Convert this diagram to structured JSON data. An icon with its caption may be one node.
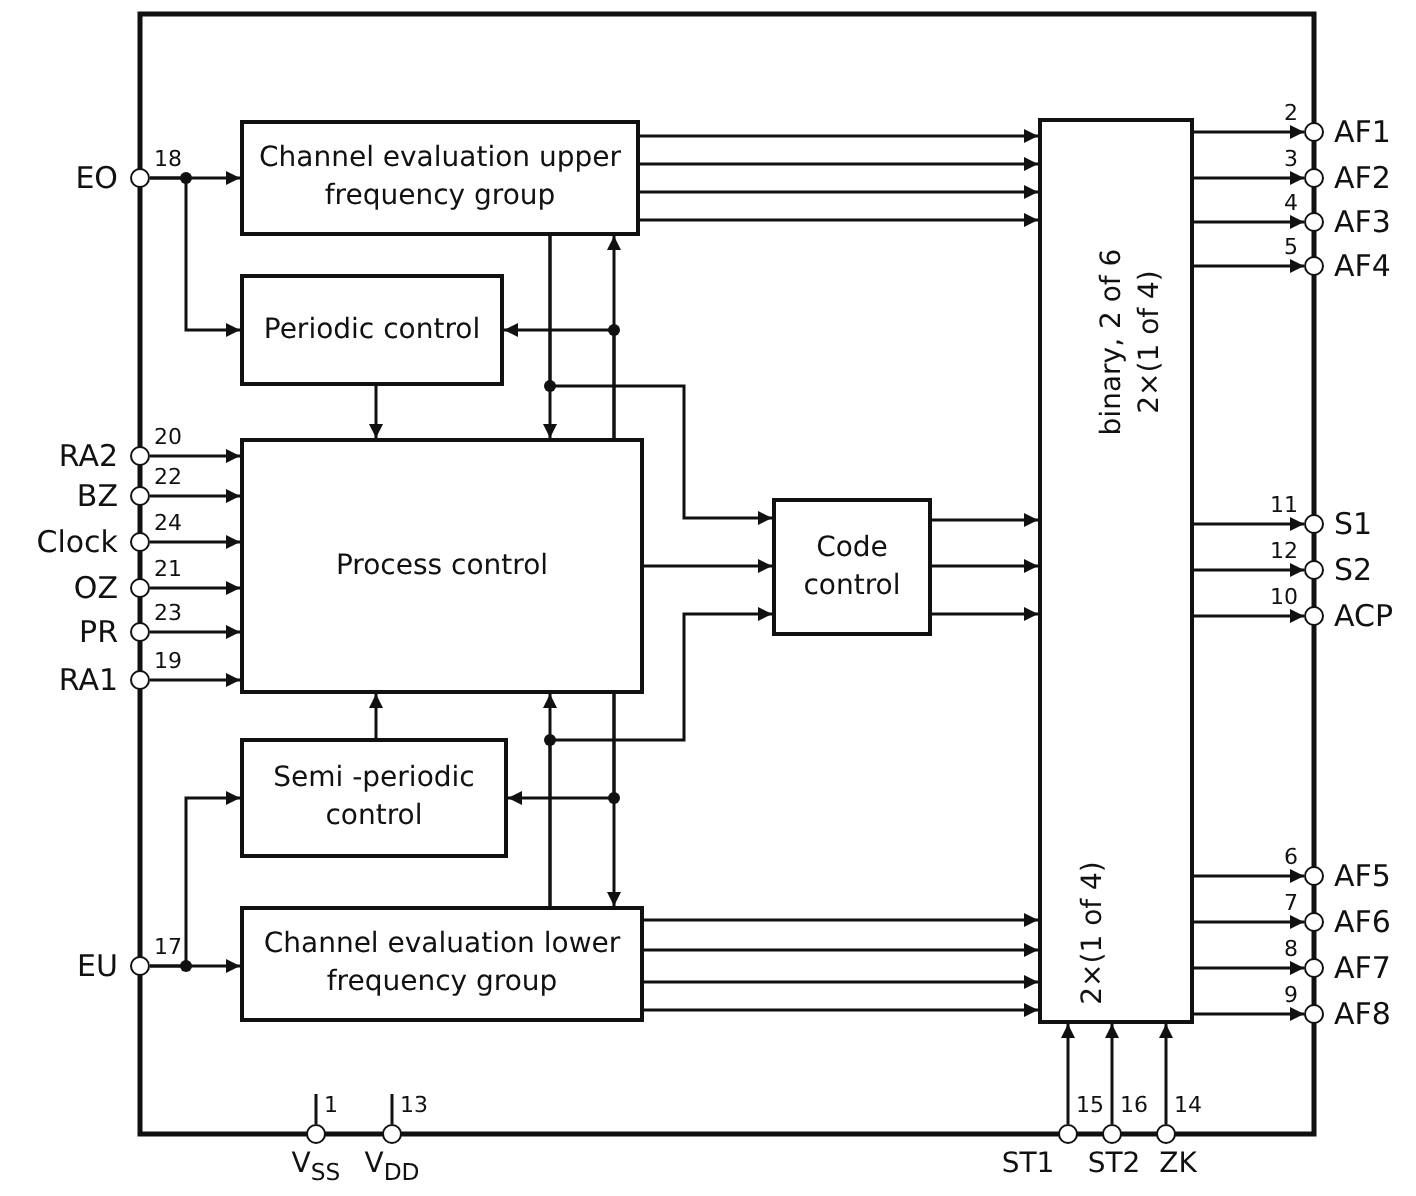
{
  "diagram": {
    "nodes": [
      {
        "text": [
          "EO"
        ],
        "beside": [
          "18"
        ]
      },
      {
        "text": [
          "Channel evaluation upper frequency group"
        ]
      },
      {
        "text": [
          "Periodic control"
        ]
      },
      {
        "text": [
          "RA2"
        ],
        "beside": [
          "20"
        ]
      },
      {
        "text": [
          "BZ"
        ],
        "beside": [
          "22"
        ]
      },
      {
        "text": [
          "Clock"
        ],
        "beside": [
          "24"
        ]
      },
      {
        "text": [
          "OZ"
        ],
        "beside": [
          "21"
        ]
      },
      {
        "text": [
          "PR"
        ],
        "beside": [
          "23"
        ]
      },
      {
        "text": [
          "RA1"
        ],
        "beside": [
          "19"
        ]
      },
      {
        "text": [
          "Process control"
        ]
      },
      {
        "text": [
          "Code control"
        ]
      },
      {
        "text": [
          "Semi -periodic control"
        ]
      },
      {
        "text": [
          "EU"
        ],
        "beside": [
          "17"
        ]
      },
      {
        "text": [
          "Channel evaluation lower frequency group"
        ]
      },
      {
        "text": [
          "binary, 2 of 6 2×(1 of 4)",
          "2×(1 of 4)"
        ]
      },
      {
        "text": [
          "AF1"
        ],
        "beside": [
          "2"
        ]
      },
      {
        "text": [
          "AF2"
        ],
        "beside": [
          "3"
        ]
      },
      {
        "text": [
          "AF3"
        ],
        "beside": [
          "4"
        ]
      },
      {
        "text": [
          "AF4"
        ],
        "beside": [
          "5"
        ]
      },
      {
        "text": [
          "S1"
        ],
        "beside": [
          "11"
        ]
      },
      {
        "text": [
          "S2"
        ],
        "beside": [
          "12"
        ]
      },
      {
        "text": [
          "ACP"
        ],
        "beside": [
          "10"
        ]
      },
      {
        "text": [
          "AF5"
        ],
        "beside": [
          "6"
        ]
      },
      {
        "text": [
          "AF6"
        ],
        "beside": [
          "7"
        ]
      },
      {
        "text": [
          "AF7"
        ],
        "beside": [
          "8"
        ]
      },
      {
        "text": [
          "AF8"
        ],
        "beside": [
          "9"
        ]
      },
      {
        "text": [
          "V$_{SS}$"
        ],
        "beside": [
          "1"
        ]
      },
      {
        "text": [
          "V$_{DD}$"
        ],
        "beside": [
          "13"
        ]
      },
      {
        "text": [
          "ST1"
        ],
        "beside": [
          "15"
        ]
      },
      {
        "text": [
          "ST2"
        ],
        "beside": [
          "16"
        ]
      },
      {
        "text": [
          "ZK"
        ],
        "beside": [
          "14"
        ]
      }
    ],
    "edges": [
      {
        "from": 0,
        "to": 1,
        "arrow": "to"
      },
      {
        "from": 0,
        "to": 2,
        "arrow": "to"
      },
      {
        "from": 1,
        "to": 14,
        "arrow": "to"
      },
      {
        "from": 1,
        "to": 14,
        "arrow": "to"
      },
      {
        "from": 1,
        "to": 14,
        "arrow": "to"
      },
      {
        "from": 1,
        "to": 14,
        "arrow": "to"
      },
      {
        "from": 2,
        "to": 9,
        "arrow": "to"
      },
      {
        "from": 1,
        "to": 9,
        "arrow": "to"
      },
      {
        "from": 1,
        "to": 10,
        "arrow": "to"
      },
      {
        "from": 9,
        "to": 1,
        "arrow": "to"
      },
      {
        "from": 9,
        "to": 2,
        "arrow": "to"
      },
      {
        "from": 3,
        "to": 9,
        "arrow": "to"
      },
      {
        "from": 4,
        "to": 9,
        "arrow": "to"
      },
      {
        "from": 5,
        "to": 9,
        "arrow": "to"
      },
      {
        "from": 6,
        "to": 9,
        "arrow": "to"
      },
      {
        "from": 7,
        "to": 9,
        "arrow": "to"
      },
      {
        "from": 8,
        "to": 9,
        "arrow": "to"
      },
      {
        "from": 9,
        "to": 10,
        "arrow": "to"
      },
      {
        "from": 10,
        "to": 14,
        "arrow": "to"
      },
      {
        "from": 10,
        "to": 14,
        "arrow": "to"
      },
      {
        "from": 10,
        "to": 14,
        "arrow": "to"
      },
      {
        "from": 11,
        "to": 9,
        "arrow": "to"
      },
      {
        "from": 13,
        "to": 9,
        "arrow": "to"
      },
      {
        "from": 13,
        "to": 10,
        "arrow": "to"
      },
      {
        "from": 9,
        "to": 13,
        "arrow": "to"
      },
      {
        "from": 9,
        "to": 11,
        "arrow": "to"
      },
      {
        "from": 12,
        "to": 13,
        "arrow": "to"
      },
      {
        "from": 12,
        "to": 11,
        "arrow": "to"
      },
      {
        "from": 13,
        "to": 14,
        "arrow": "to"
      },
      {
        "from": 13,
        "to": 14,
        "arrow": "to"
      },
      {
        "from": 13,
        "to": 14,
        "arrow": "to"
      },
      {
        "from": 13,
        "to": 14,
        "arrow": "to"
      },
      {
        "from": 14,
        "to": 15,
        "arrow": "to"
      },
      {
        "from": 14,
        "to": 16,
        "arrow": "to"
      },
      {
        "from": 14,
        "to": 17,
        "arrow": "to"
      },
      {
        "from": 14,
        "to": 18,
        "arrow": "to"
      },
      {
        "from": 14,
        "to": 19,
        "arrow": "to"
      },
      {
        "from": 14,
        "to": 20,
        "arrow": "to"
      },
      {
        "from": 14,
        "to": 21,
        "arrow": "to"
      },
      {
        "from": 14,
        "to": 22,
        "arrow": "to"
      },
      {
        "from": 14,
        "to": 23,
        "arrow": "to"
      },
      {
        "from": 14,
        "to": 24,
        "arrow": "to"
      },
      {
        "from": 14,
        "to": 25,
        "arrow": "to"
      },
      {
        "from": 28,
        "to": 14,
        "arrow": "to"
      },
      {
        "from": 29,
        "to": 14,
        "arrow": "to"
      },
      {
        "from": 30,
        "to": 14,
        "arrow": "to"
      }
    ]
  }
}
